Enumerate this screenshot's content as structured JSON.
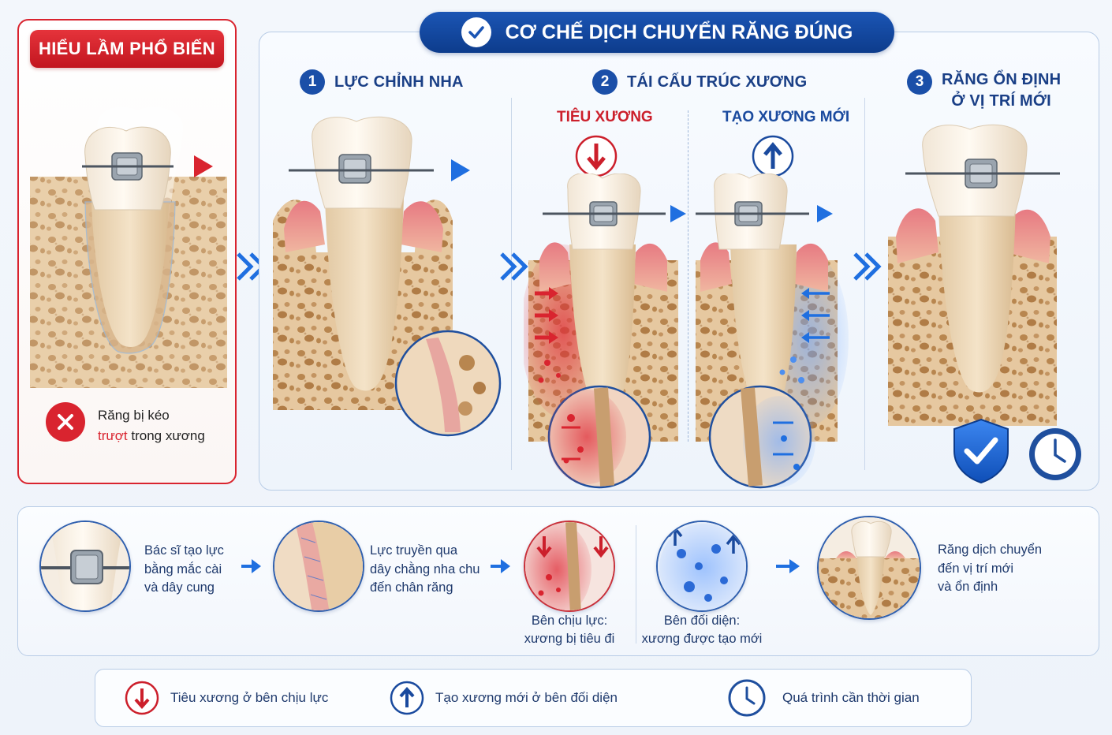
{
  "misconception": {
    "title": "HIỂU LẦM PHỔ BIẾN",
    "note_line1": "Răng bị kéo",
    "note_red": "trượt",
    "note_rest": " trong xương"
  },
  "mechanism": {
    "title": "CƠ CHẾ DỊCH CHUYỂN RĂNG ĐÚNG",
    "steps": [
      {
        "number": "1",
        "label": "LỰC CHỈNH NHA"
      },
      {
        "number": "2",
        "label": "TÁI CẤU TRÚC XƯƠNG"
      },
      {
        "number": "3",
        "label_line1": "RĂNG ỔN ĐỊNH",
        "label_line2": "Ở VỊ TRÍ MỚI"
      }
    ],
    "resorption_label": "TIÊU XƯƠNG",
    "formation_label": "TẠO XƯƠNG MỚI"
  },
  "process": [
    {
      "text1": "Bác sĩ tạo lực",
      "text2": "bằng mắc cài",
      "text3": "và dây cung"
    },
    {
      "text1": "Lực truyền qua",
      "text2": "dây chằng nha chu",
      "text3": "đến chân răng"
    },
    {
      "caption1": "Bên chịu lực:",
      "caption2": "xương bị tiêu đi"
    },
    {
      "caption1": "Bên đối diện:",
      "caption2": "xương được tạo mới"
    },
    {
      "text1": "Răng dịch chuyển",
      "text2": "đến vị trí mới",
      "text3": "và ổn định"
    }
  ],
  "legend": [
    {
      "icon": "down-arrow-icon",
      "label": "Tiêu xương ở bên chịu lực"
    },
    {
      "icon": "up-arrow-icon",
      "label": "Tạo xương mới ở bên đối diện"
    },
    {
      "icon": "clock-icon",
      "label": "Quá trình cần thời gian"
    }
  ],
  "colors": {
    "red": "#d9242f",
    "navy": "#1b4fa8",
    "blue_arrow": "#1f6fe0",
    "bone": "#e3c49b",
    "gum": "#e3707a"
  }
}
